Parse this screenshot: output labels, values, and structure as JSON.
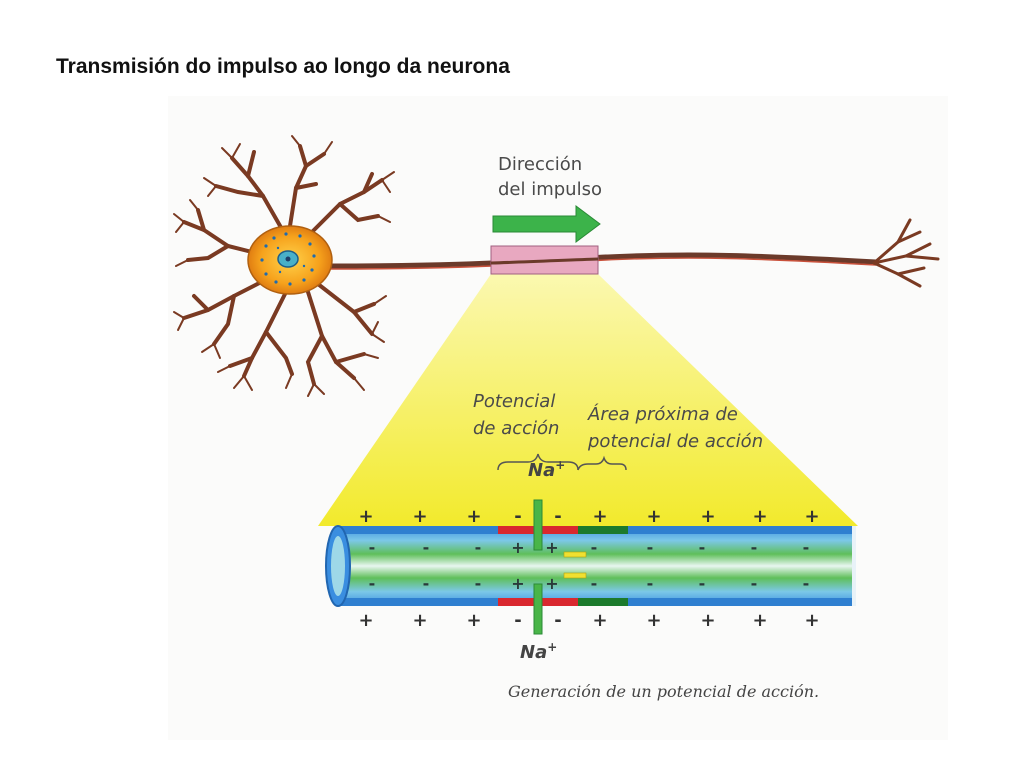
{
  "slide": {
    "title": "Transmisión do impulso ao longo da neurona"
  },
  "labels": {
    "direction_line1": "Dirección",
    "direction_line2": "del impulso",
    "action_potential_line1": "Potencial",
    "action_potential_line2": "de acción",
    "next_area_line1": "Área próxima de",
    "next_area_line2": "potencial de acción",
    "ion_top": "Na",
    "ion_bottom": "Na",
    "ion_charge": "+",
    "caption": "Generación de un potencial de acción."
  },
  "charges": {
    "outside_top": [
      "+",
      "+",
      "+",
      "-",
      "-",
      "+",
      "+",
      "+",
      "+",
      "+"
    ],
    "inside_top": [
      "-",
      "-",
      "-",
      "+",
      "+",
      "-",
      "-",
      "-",
      "-",
      "-"
    ],
    "inside_bottom": [
      "-",
      "-",
      "-",
      "+",
      "+",
      "-",
      "-",
      "-",
      "-",
      "-"
    ],
    "outside_bottom": [
      "+",
      "+",
      "+",
      "-",
      "-",
      "+",
      "+",
      "+",
      "+",
      "+"
    ]
  },
  "colors": {
    "neuron_body": "#f5a623",
    "dendrite": "#7a3a22",
    "axon": "#6b3a2a",
    "arrow": "#3cb34a",
    "highlight_box": "#e8a8c0",
    "zoom_cone": "#f4ef3c",
    "membrane_blue": "#2f7fd0",
    "axon_interior": "#5dbd5a",
    "depolarized": "#d9282f",
    "next_zone": "#1c7a2c",
    "channel": "#49b548",
    "current": "#f0e030"
  }
}
